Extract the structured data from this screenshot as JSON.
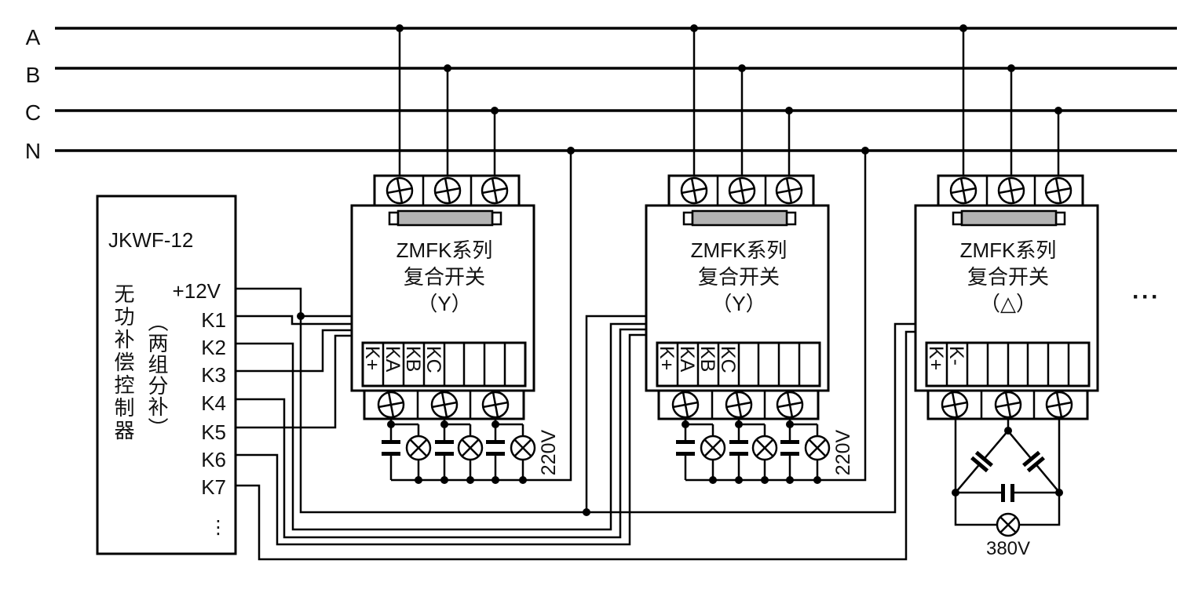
{
  "buses": [
    {
      "label": "A"
    },
    {
      "label": "B"
    },
    {
      "label": "C"
    },
    {
      "label": "N"
    }
  ],
  "controller": {
    "model": "JKWF-12",
    "name": "无功补偿控制器",
    "note": "（两组分补）",
    "terminals": [
      "+12V",
      "K1",
      "K2",
      "K3",
      "K4",
      "K5",
      "K6",
      "K7"
    ],
    "more": "⋮"
  },
  "switches": [
    {
      "series": "ZMFK系列",
      "type": "复合开关",
      "connection": "（Y）",
      "control_terminals": [
        "K+",
        "KA",
        "KB",
        "KC"
      ],
      "load_voltage": "220V"
    },
    {
      "series": "ZMFK系列",
      "type": "复合开关",
      "connection": "（Y）",
      "control_terminals": [
        "K+",
        "KA",
        "KB",
        "KC"
      ],
      "load_voltage": "220V"
    },
    {
      "series": "ZMFK系列",
      "type": "复合开关",
      "connection": "（△）",
      "control_terminals": [
        "K+",
        "K-"
      ],
      "load_voltage": "380V"
    }
  ],
  "more_indicator": "···"
}
